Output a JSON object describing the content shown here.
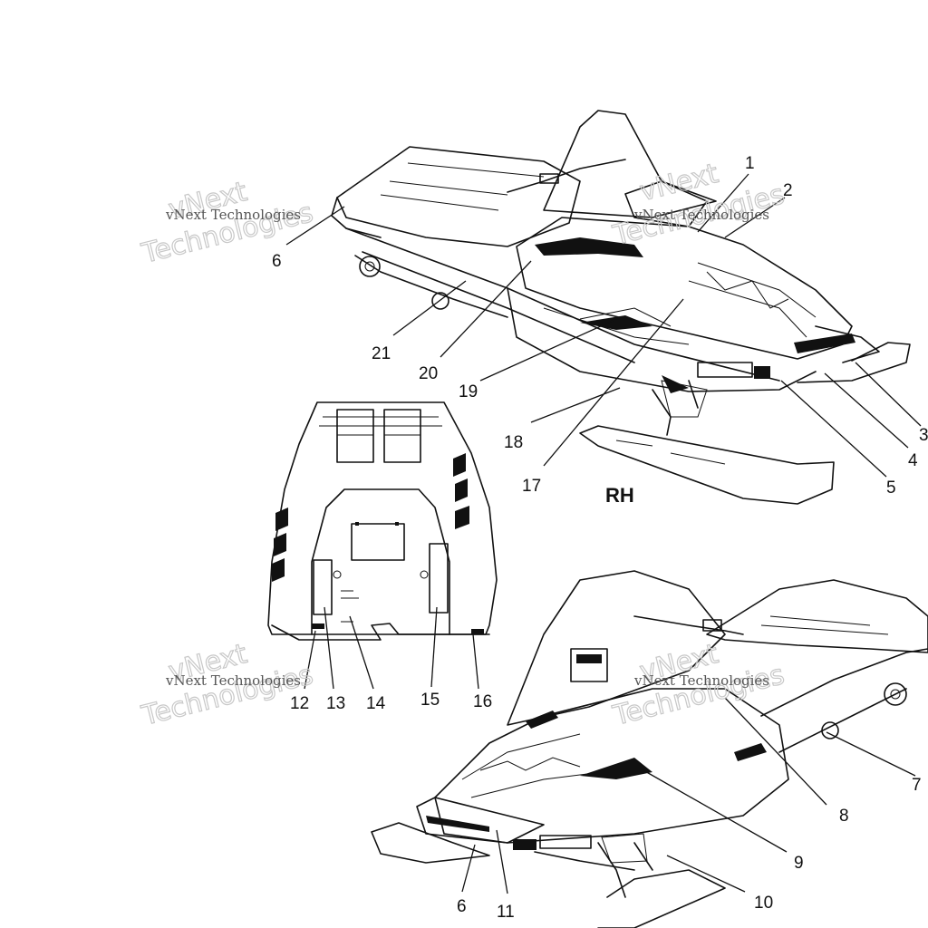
{
  "watermark": {
    "line1": "vNext Technologies",
    "big1": "vNext",
    "big2": "Technologies"
  },
  "side_label": "RH",
  "callouts": {
    "c1": "1",
    "c2": "2",
    "c3": "3",
    "c4": "4",
    "c5": "5",
    "c6a": "6",
    "c6b": "6",
    "c7": "7",
    "c8": "8",
    "c9": "9",
    "c10": "10",
    "c11": "11",
    "c12": "12",
    "c13": "13",
    "c14": "14",
    "c15": "15",
    "c16": "16",
    "c17": "17",
    "c18": "18",
    "c19": "19",
    "c20": "20",
    "c21": "21"
  }
}
